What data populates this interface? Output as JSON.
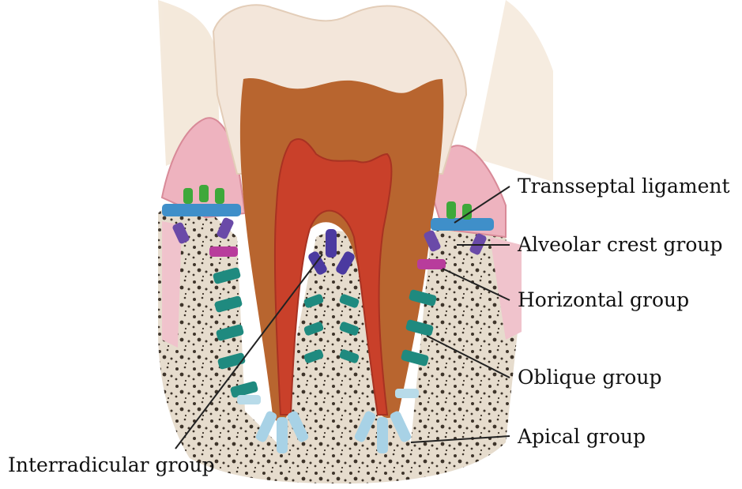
{
  "labels": {
    "transseptal": "Transseptal ligament",
    "alveolar_crest": "Alveolar crest group",
    "horizontal": "Horizontal group",
    "oblique": "Oblique group",
    "apical": "Apical group",
    "interradicular": "Interradicular group"
  },
  "colors": {
    "enamel": "#f3e6da",
    "dentin": "#b8652f",
    "pulp": "#c9402a",
    "gingiva": "#eeb3bf",
    "bone": "#e6dccd",
    "bone_pores": "#3e342a",
    "transseptal_fibers": "#3f8fc9",
    "alveolar_crest_fibers": "#6a4aa8",
    "horizontal_fibers": "#b83c9c",
    "oblique_fibers": "#1f8a7f",
    "apical_fibers": "#a8d2e6",
    "interradicular_fibers": "#4b3aa0",
    "gingival_fibers": "#3ea83a",
    "leader_line": "#222222"
  }
}
